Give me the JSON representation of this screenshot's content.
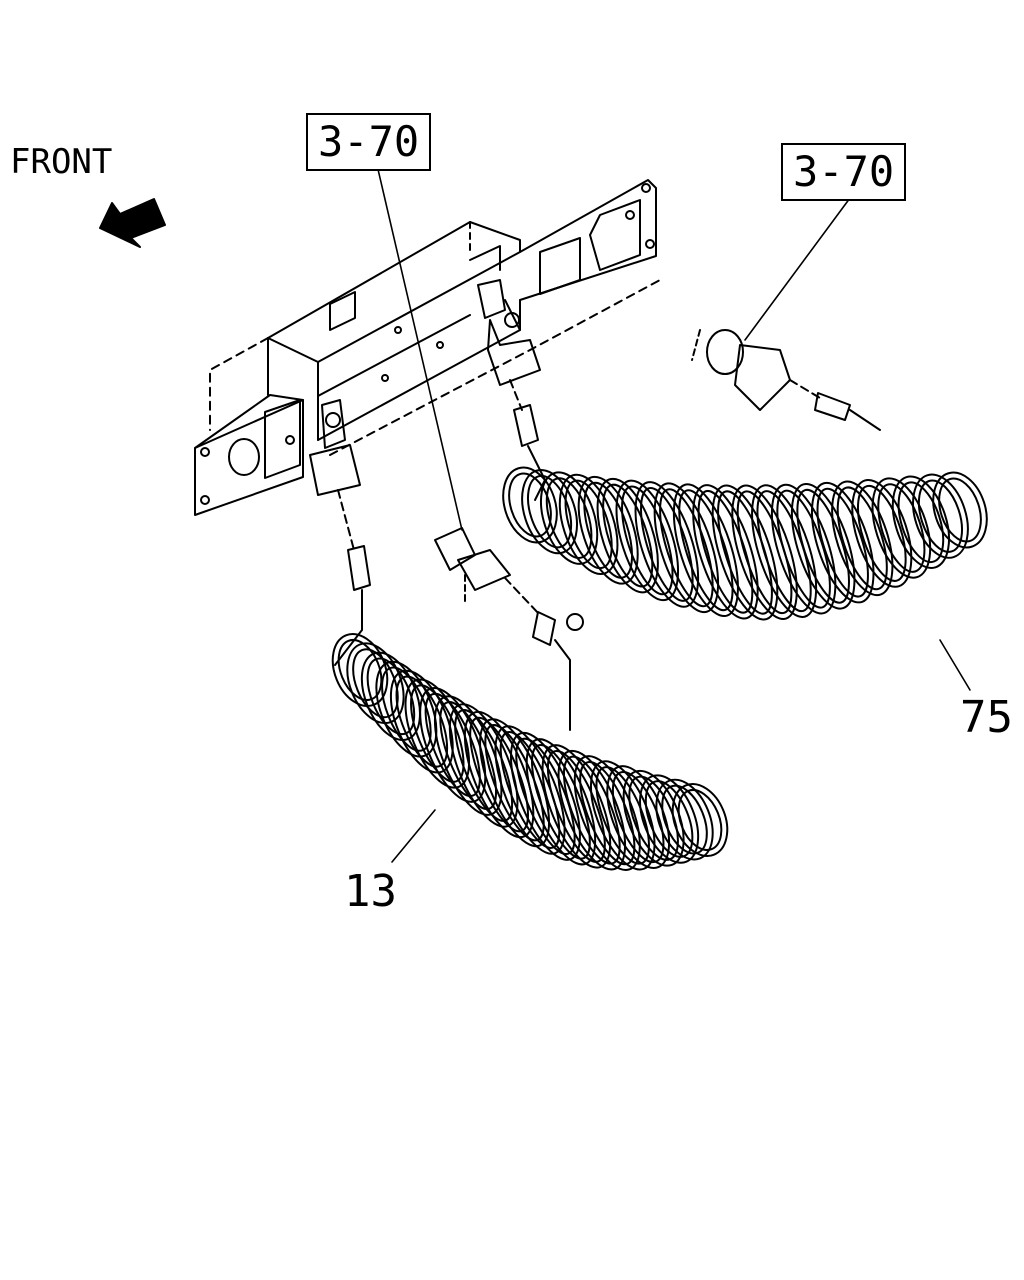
{
  "labels": {
    "front": "FRONT",
    "ref_left": "3-70",
    "ref_right": "3-70",
    "part_13": "13",
    "part_75": "75"
  },
  "colors": {
    "ink": "#000000",
    "background": "#ffffff"
  },
  "icons": {
    "direction_arrow": "front-arrow-icon"
  }
}
